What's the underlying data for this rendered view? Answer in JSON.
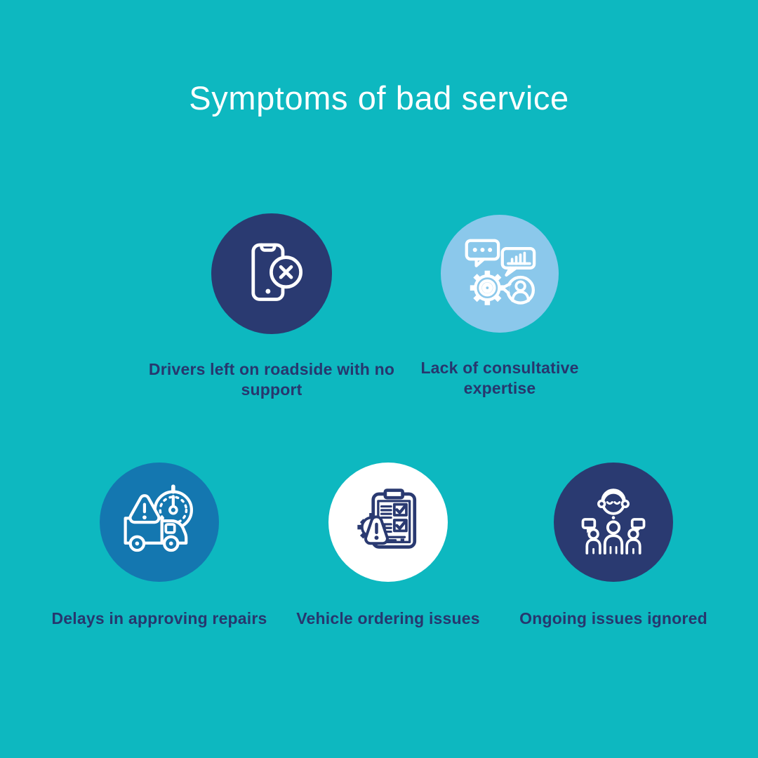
{
  "title": "Symptoms of bad service",
  "colors": {
    "background": "#0db8c0",
    "navy": "#2a3a71",
    "light_blue": "#8bc8eb",
    "medium_blue": "#1477b0",
    "white": "#ffffff",
    "title_text": "#ffffff",
    "label_text": "#27376e"
  },
  "items": [
    {
      "label": "Drivers left on roadside with no support",
      "icon": "phone-no-support-icon",
      "circle_color": "#2a3a71",
      "icon_color": "#ffffff"
    },
    {
      "label": "Lack of consultative expertise",
      "icon": "consultative-expertise-icon",
      "circle_color": "#8bc8eb",
      "icon_color": "#ffffff"
    },
    {
      "label": "Delays in approving repairs",
      "icon": "repair-delay-truck-icon",
      "circle_color": "#1477b0",
      "icon_color": "#ffffff"
    },
    {
      "label": "Vehicle ordering issues",
      "icon": "vehicle-ordering-issues-icon",
      "circle_color": "#ffffff",
      "icon_color": "#2a3a71"
    },
    {
      "label": "Ongoing issues ignored",
      "icon": "issues-ignored-icon",
      "circle_color": "#2a3a71",
      "icon_color": "#ffffff"
    }
  ]
}
